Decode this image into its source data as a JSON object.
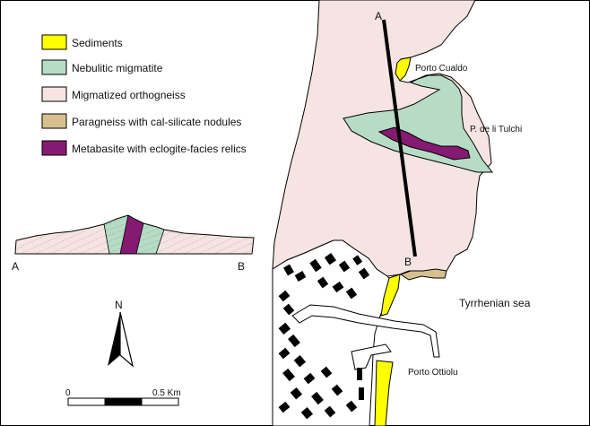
{
  "legend": [
    {
      "label": "Sediments",
      "color": "#ffff00"
    },
    {
      "label": "Nebulitic migmatite",
      "color": "#b7dcc6"
    },
    {
      "label": "Migmatized orthogneiss",
      "color": "#f6e4e2"
    },
    {
      "label": "Paragneiss with cal-silicate nodules",
      "color": "#d8c08e"
    },
    {
      "label": "Metabasite with eclogite-facies relics",
      "color": "#851a72"
    }
  ],
  "profile": {
    "start_label": "A",
    "end_label": "B"
  },
  "section_line": {
    "start_label": "A",
    "end_label": "B"
  },
  "places": {
    "porto_cualdo": "Porto Cualdo",
    "tulchi": "P. de li Tulchi",
    "sea": "Tyrrhenian sea",
    "porto_ottiolu": "Porto Ottiolu"
  },
  "north_arrow": {
    "label": "N"
  },
  "scale_bar": {
    "start": "0",
    "end": "0.5 Km"
  },
  "colors": {
    "border": "#000000",
    "building": "#000000",
    "road_fill": "#ffffff"
  }
}
